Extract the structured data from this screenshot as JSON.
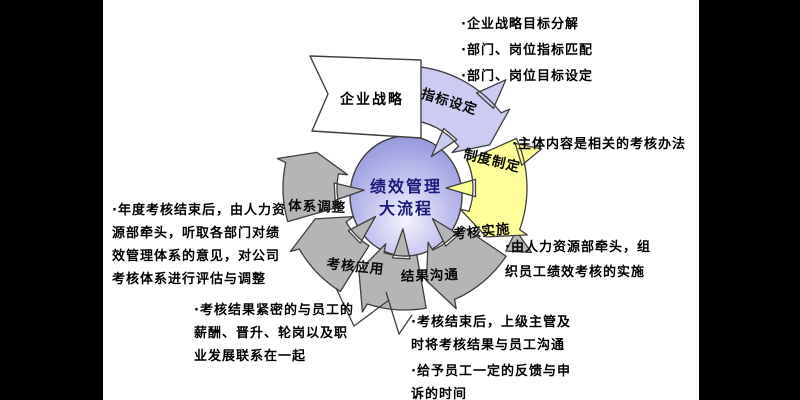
{
  "diagram": {
    "center": {
      "line1": "绩效管理",
      "line2": "大流程"
    },
    "banner": {
      "label": "企业战略"
    },
    "segments": [
      {
        "label": "指标设定",
        "color": "#ccccf2"
      },
      {
        "label": "制度制定",
        "color": "#ffff99"
      },
      {
        "label": "考核实施",
        "color": "#b5b5b5"
      },
      {
        "label": "结果沟通",
        "color": "#b5b5b5"
      },
      {
        "label": "考核应用",
        "color": "#b5b5b5"
      },
      {
        "label": "体系调整",
        "color": "#b5b5b5"
      }
    ],
    "colors": {
      "stroke": "#3f3f3f",
      "center_edge": "#8b8dd8",
      "center_mid": "#c6c6f0",
      "center_light": "#f4f3fe",
      "lavender": "#ccccf2",
      "yellow": "#ffff99",
      "gray": "#b5b5b5"
    }
  },
  "notes": {
    "top_right": "·企业战略目标分解\n·部门、岗位指标匹配\n·部门、岗位目标设定",
    "right": "·主体内容是相关的考核办法",
    "right_lower": "·由人力资源部牵头，组\n织员工绩效考核的实施",
    "left": "·年度考核结束后，由人力资\n源部牵头，听取各部门对绩\n效管理体系的意见，对公司\n考核体系进行评估与调整",
    "bottom_left": "·考核结果紧密的与员工的\n薪酬、晋升、轮岗以及职\n业发展联系在一起",
    "bottom_right_1": "·考核结束后，上级主管及\n时将考核结果与员工沟通",
    "bottom_right_2": "·给予员工一定的反馈与申\n诉的时间"
  }
}
